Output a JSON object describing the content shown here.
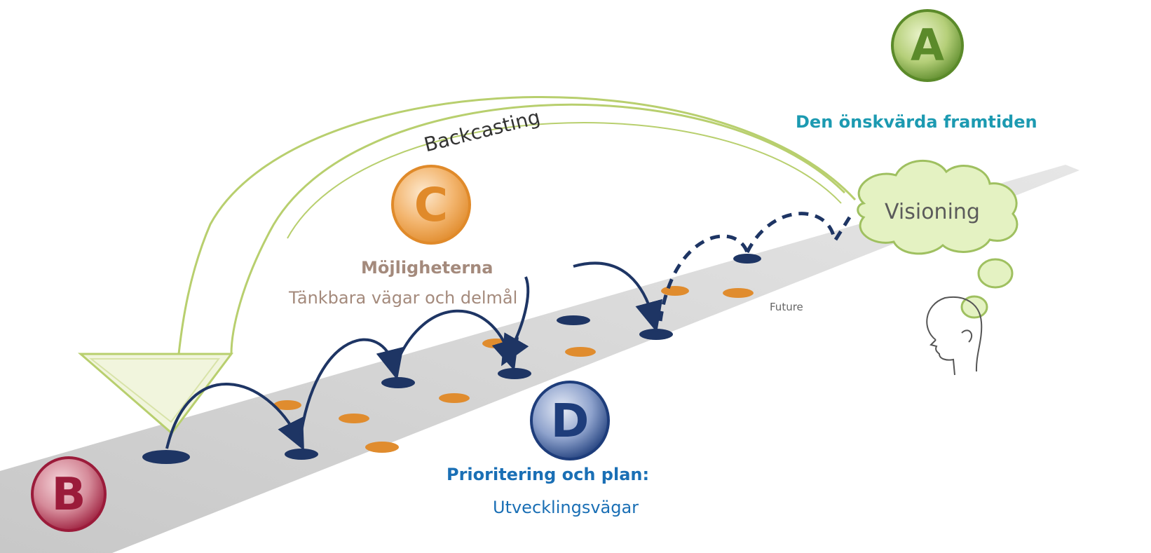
{
  "arc_label": "Backcasting",
  "cloud_label": "Visioning",
  "road_label": "Future",
  "circles": {
    "a": {
      "letter": "A",
      "color": "#5b8a2a"
    },
    "b": {
      "letter": "B",
      "color": "#9b1b3a"
    },
    "c": {
      "letter": "C",
      "color": "#e08a2a"
    },
    "d": {
      "letter": "D",
      "color": "#1e3d7b"
    }
  },
  "labels": {
    "a_title": "Den önskvärda framtiden",
    "c_title": "Möjligheterna",
    "c_subtitle": "Tänkbara vägar och delmål",
    "d_title": "Prioritering och plan:",
    "d_subtitle": "Utvecklingsvägar"
  }
}
